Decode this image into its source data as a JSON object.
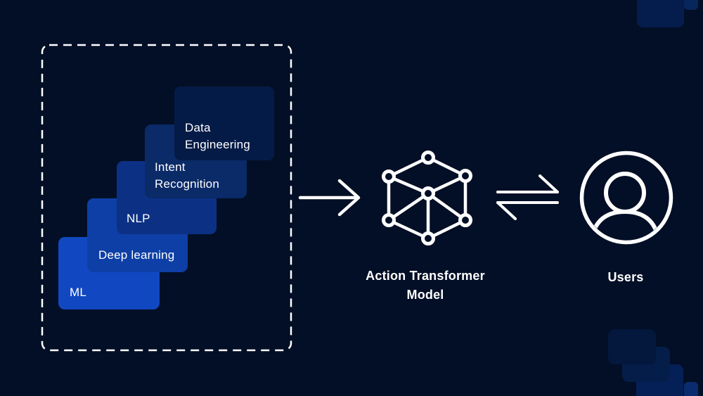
{
  "background": "#030f26",
  "stroke_color": "#ffffff",
  "pipeline_group": {
    "boxes": [
      {
        "label": "Data Engineering",
        "color": "#051b47"
      },
      {
        "label": "Intent Recognition",
        "color": "#0a2a68"
      },
      {
        "label": "NLP",
        "color": "#0c3184"
      },
      {
        "label": "Deep learning",
        "color": "#0e3fa6"
      },
      {
        "label": "ML",
        "color": "#1148c1"
      }
    ]
  },
  "model": {
    "label": "Action Transformer Model",
    "icon": "cube-network-icon"
  },
  "users": {
    "label": "Users",
    "icon": "user-avatar-icon"
  },
  "connectors": {
    "forward": "right-arrow-icon",
    "exchange": "exchange-arrows-icon"
  },
  "decor": {
    "top_right": [
      "#07265c",
      "#051d4c"
    ],
    "bottom_right": [
      "#0a2c6e",
      "#052057",
      "#051d49",
      "#04173c"
    ]
  }
}
